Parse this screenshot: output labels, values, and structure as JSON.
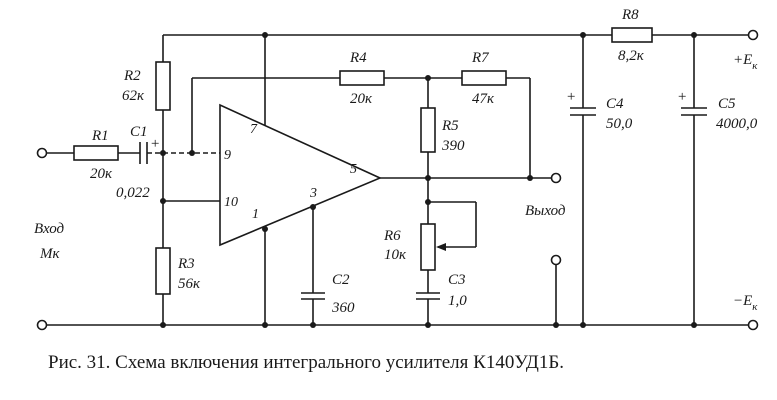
{
  "caption": "Рис. 31. Схема включения интегрального усилителя К140УД1Б.",
  "input_label": "Вход",
  "input_label_2": "Мк",
  "output_label": "Выход",
  "supply_pos": "+E",
  "supply_neg": "−E",
  "supply_sub": "к",
  "plus_sign": "+",
  "opamp_pins": {
    "inv": "9",
    "noninv": "10",
    "out": "5",
    "p7": "7",
    "p1": "1",
    "p3": "3"
  },
  "components": {
    "R1": {
      "name": "R1",
      "value": "20к"
    },
    "C1": {
      "name": "C1",
      "value": "0,022"
    },
    "R2": {
      "name": "R2",
      "value": "62к"
    },
    "R3": {
      "name": "R3",
      "value": "56к"
    },
    "R4": {
      "name": "R4",
      "value": "20к"
    },
    "R5": {
      "name": "R5",
      "value": "390"
    },
    "R6": {
      "name": "R6",
      "value": "10к"
    },
    "R7": {
      "name": "R7",
      "value": "47к"
    },
    "R8": {
      "name": "R8",
      "value": "8,2к"
    },
    "C2": {
      "name": "C2",
      "value": "360"
    },
    "C3": {
      "name": "C3",
      "value": "1,0"
    },
    "C4": {
      "name": "C4",
      "value": "50,0"
    },
    "C5": {
      "name": "C5",
      "value": "4000,0"
    }
  }
}
